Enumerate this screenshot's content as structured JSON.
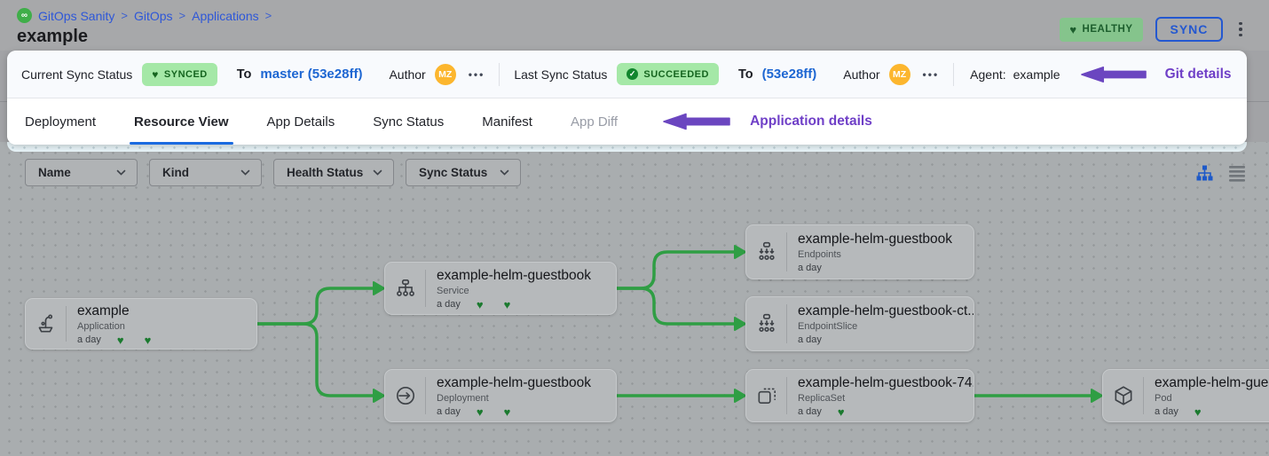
{
  "colors": {
    "annotation_purple": "#6f3fc7",
    "edge_green": "#2f9e44",
    "healthy_badge_green": "#85c48c",
    "status_badge_green_bg": "#a5e8a7",
    "status_badge_green_text": "#15651f",
    "link_blue": "#2e57d8",
    "commit_blue": "#1d66d2",
    "active_tab_blue": "#1a6be0",
    "avatar_orange": "#fcb62e"
  },
  "breadcrumb": {
    "icon": "gitops-logo-icon",
    "items": [
      "GitOps Sanity",
      "GitOps",
      "Applications"
    ],
    "separator": ">"
  },
  "page_title": "example",
  "header": {
    "health_badge": "HEALTHY",
    "sync_button": "SYNC",
    "menu_icon": "kebab-menu-icon"
  },
  "git_bar": {
    "current": {
      "label": "Current Sync Status",
      "status": "SYNCED",
      "to_label": "To",
      "ref": "master (53e28ff)",
      "author_label": "Author",
      "avatar_initials": "MZ",
      "more_label": "•••"
    },
    "last": {
      "label": "Last Sync Status",
      "status": "SUCCEEDED",
      "to_label": "To",
      "ref": "(53e28ff)",
      "author_label": "Author",
      "avatar_initials": "MZ",
      "more_label": "•••"
    },
    "agent_label": "Agent:",
    "agent_value": "example",
    "annotation": "Git details"
  },
  "tabs": {
    "items": [
      "Deployment",
      "Resource View",
      "App Details",
      "Sync Status",
      "Manifest",
      "App Diff"
    ],
    "active": "Resource View",
    "annotation": "Application details"
  },
  "filters": {
    "items": [
      "Name",
      "Kind",
      "Health Status",
      "Sync Status"
    ]
  },
  "view_toggles": {
    "tree_icon": "tree-view-icon",
    "list_icon": "list-view-icon"
  },
  "graph": {
    "nodes": [
      {
        "title": "example",
        "kind": "Application",
        "age": "a day",
        "hearts": 2
      },
      {
        "title": "example-helm-guestbook",
        "kind": "Service",
        "age": "a day",
        "hearts": 2
      },
      {
        "title": "example-helm-guestbook",
        "kind": "Deployment",
        "age": "a day",
        "hearts": 2
      },
      {
        "title": "example-helm-guestbook",
        "kind": "Endpoints",
        "age": "a day",
        "hearts": 0
      },
      {
        "title": "example-helm-guestbook-ct...",
        "kind": "EndpointSlice",
        "age": "a day",
        "hearts": 0
      },
      {
        "title": "example-helm-guestbook-74...",
        "kind": "ReplicaSet",
        "age": "a day",
        "hearts": 1
      },
      {
        "title": "example-helm-guest",
        "kind": "Pod",
        "age": "a day",
        "hearts": 1
      }
    ]
  }
}
